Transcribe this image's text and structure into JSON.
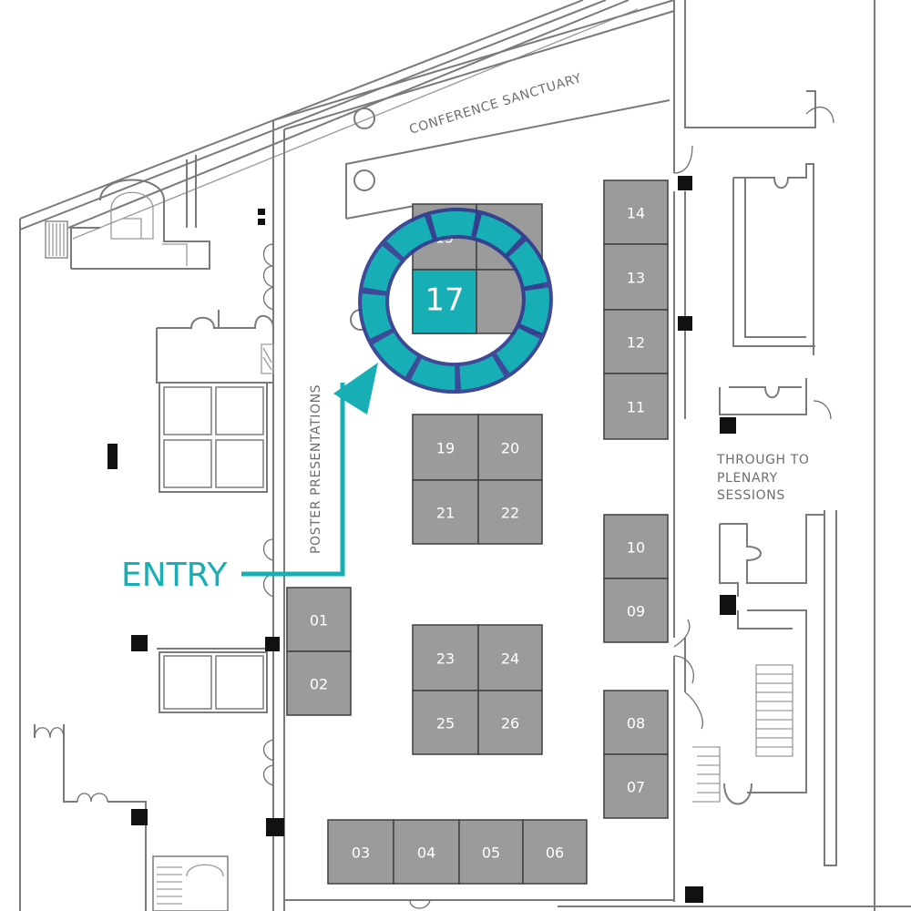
{
  "labels": {
    "conference_sanctuary": "CONFERENCE SANCTUARY",
    "poster_presentations": "POSTER PRESENTATIONS",
    "through_to_line1": "THROUGH TO",
    "through_to_line2": "PLENARY",
    "through_to_line3": "SESSIONS",
    "entry": "ENTRY"
  },
  "highlighted_booth": "17",
  "booths": [
    {
      "id": "15",
      "label": "15"
    },
    {
      "id": "16",
      "label": ""
    },
    {
      "id": "17",
      "label": "17"
    },
    {
      "id": "18",
      "label": ""
    },
    {
      "id": "19",
      "label": "19"
    },
    {
      "id": "20",
      "label": "20"
    },
    {
      "id": "21",
      "label": "21"
    },
    {
      "id": "22",
      "label": "22"
    },
    {
      "id": "23",
      "label": "23"
    },
    {
      "id": "24",
      "label": "24"
    },
    {
      "id": "25",
      "label": "25"
    },
    {
      "id": "26",
      "label": "26"
    },
    {
      "id": "14",
      "label": "14"
    },
    {
      "id": "13",
      "label": "13"
    },
    {
      "id": "12",
      "label": "12"
    },
    {
      "id": "11",
      "label": "11"
    },
    {
      "id": "10",
      "label": "10"
    },
    {
      "id": "09",
      "label": "09"
    },
    {
      "id": "08",
      "label": "08"
    },
    {
      "id": "07",
      "label": "07"
    },
    {
      "id": "01",
      "label": "01"
    },
    {
      "id": "02",
      "label": "02"
    },
    {
      "id": "03",
      "label": "03"
    },
    {
      "id": "04",
      "label": "04"
    },
    {
      "id": "05",
      "label": "05"
    },
    {
      "id": "06",
      "label": "06"
    }
  ],
  "colors": {
    "highlight": "#17aeb5",
    "highlight_dark": "#2e3b8f",
    "booth_fill": "#9b9b9b",
    "booth_stroke": "#3f3f3f",
    "wall": "#7a7a7a",
    "pillar": "#111111"
  }
}
